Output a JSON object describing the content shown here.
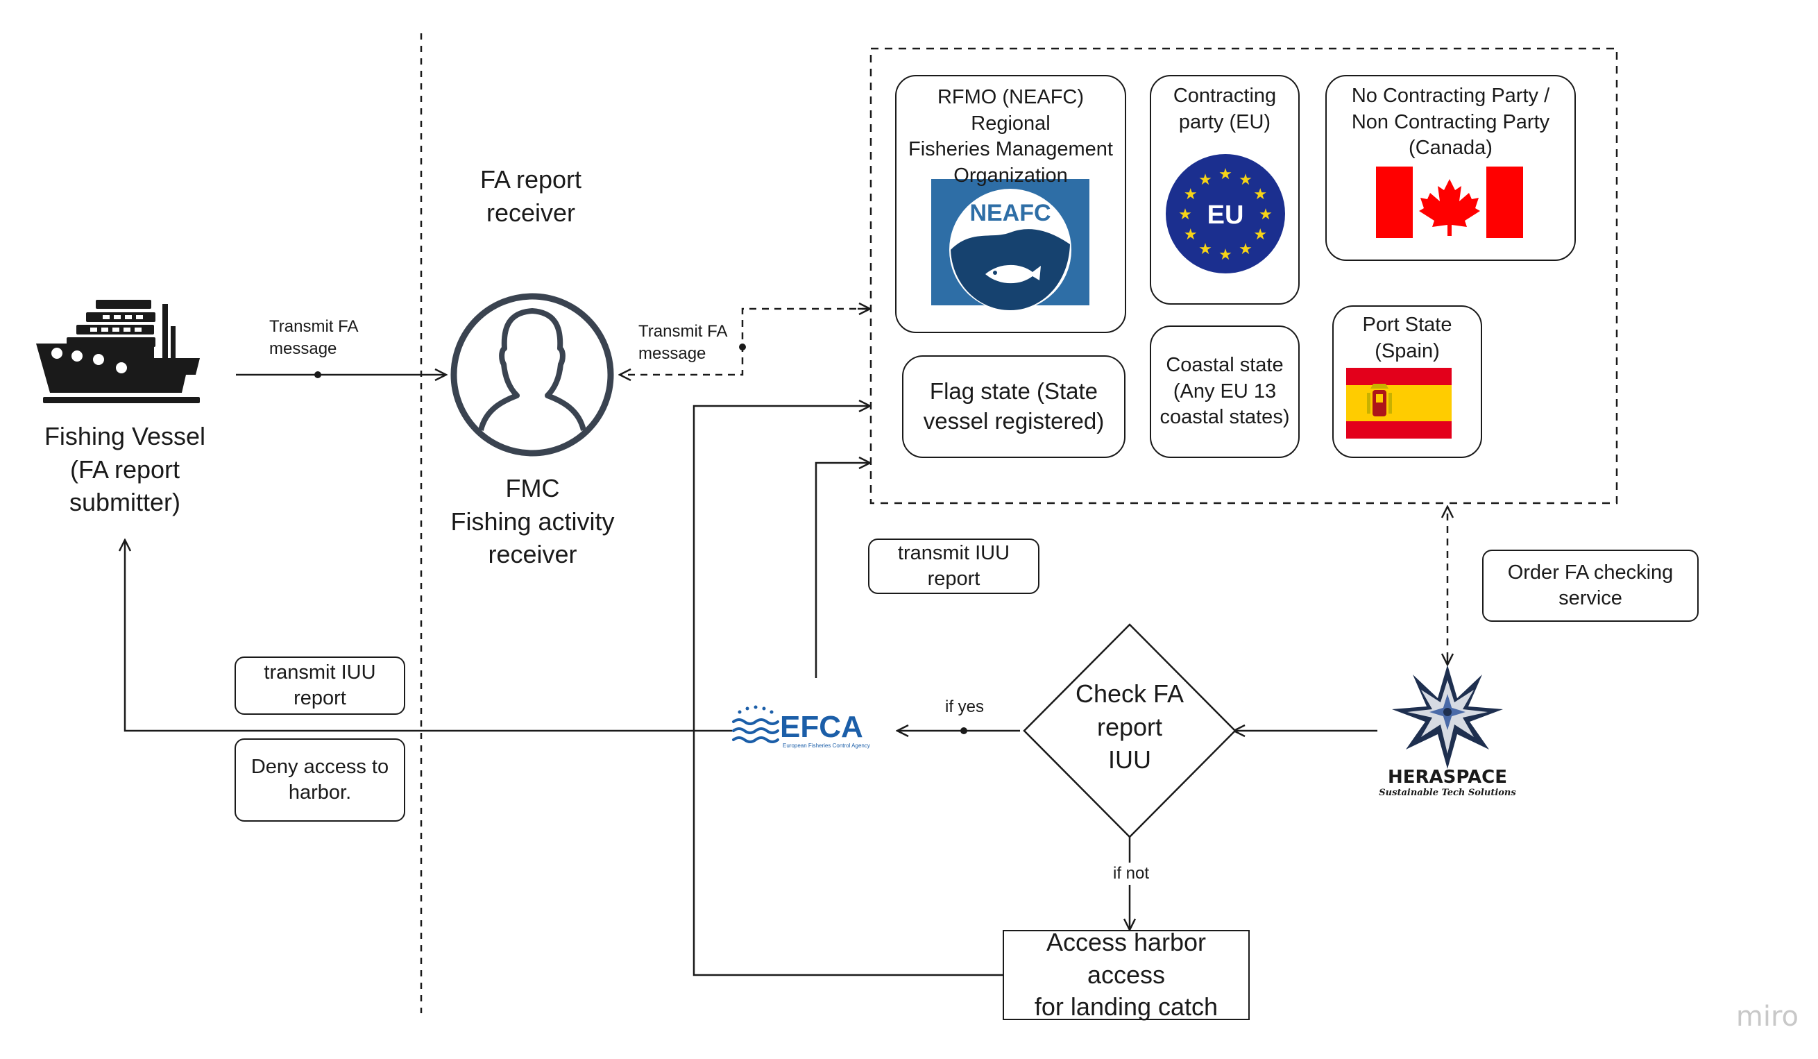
{
  "vessel": {
    "label": "Fishing Vessel\n(FA report\nsubmitter)",
    "icon": "ship-icon"
  },
  "fmc": {
    "heading": "FA report\nreceiver",
    "label": "FMC\nFishing activity\nreceiver",
    "icon": "person-icon"
  },
  "edges": {
    "transmit_fa_1": "Transmit FA\nmessage",
    "transmit_fa_2": "Transmit FA\nmessage",
    "if_yes": "if yes",
    "if_not": "if not"
  },
  "notes": {
    "transmit_iuu_left": "transmit IUU\nreport",
    "deny_access": "Deny access to\nharbor.",
    "transmit_iuu_right": "transmit IUU\nreport",
    "order_fa": "Order FA checking\nservice"
  },
  "authorities": {
    "rfmo": {
      "label": "RFMO (NEAFC) Regional\nFisheries Management\nOrganization",
      "logo_text": "NEAFC"
    },
    "contracting": {
      "label": "Contracting\nparty (EU)",
      "logo_text": "EU"
    },
    "no_contracting": {
      "label": "No Contracting Party /\nNon Contracting  Party\n(Canada)"
    },
    "flag_state": {
      "label": "Flag state (State\nvessel registered)"
    },
    "coastal_state": {
      "label": "Coastal state\n(Any EU 13\ncoastal states)"
    },
    "port_state": {
      "label": "Port State\n(Spain)"
    }
  },
  "decision": {
    "label": "Check FA\nreport\nIUU"
  },
  "harbor": {
    "label": "Access harbor access\nfor landing catch"
  },
  "efca": {
    "logo_text": "EFCA",
    "subtitle": "European Fisheries Control Agency"
  },
  "heraspace": {
    "logo_text": "HERASPACE",
    "tagline": "Sustainable Tech Solutions"
  },
  "watermark": "miro",
  "colors": {
    "line": "#1a1a1a",
    "eu_blue": "#1b2f8f",
    "eu_star": "#f7d417",
    "neafc_bg": "#2e6ea6",
    "neafc_circle": "#16426f",
    "canada_red": "#ff0000",
    "spain_red": "#e3001b",
    "spain_yellow": "#ffcc00",
    "efca_blue": "#1b5ea8",
    "heraspace_dark": "#1e2f4f",
    "watermark_gray": "#c8c8c8"
  }
}
